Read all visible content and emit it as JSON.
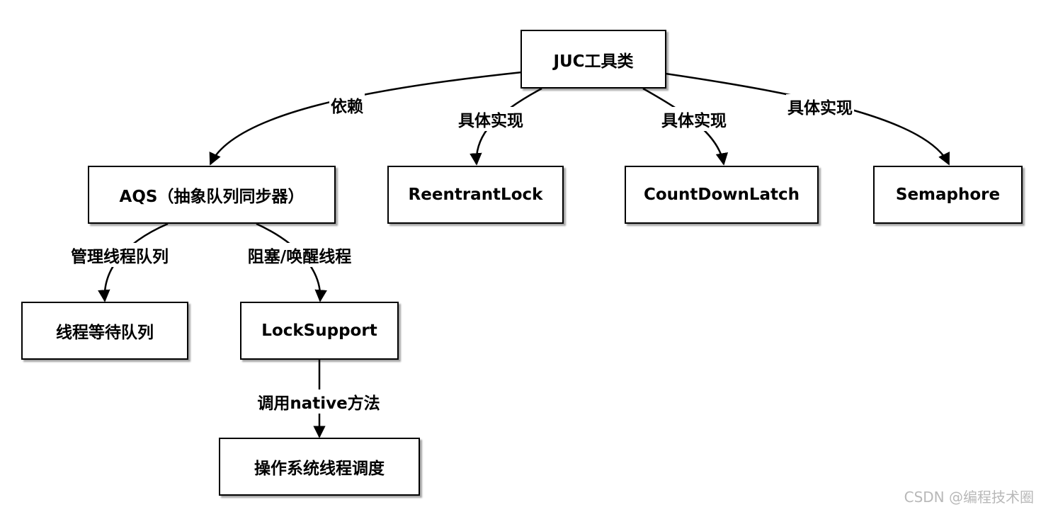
{
  "nodes": {
    "root": "JUC工具类",
    "aqs": "AQS（抽象队列同步器）",
    "reentrant": "ReentrantLock",
    "countdown": "CountDownLatch",
    "semaphore": "Semaphore",
    "queue": "线程等待队列",
    "locksupport": "LockSupport",
    "os": "操作系统线程调度"
  },
  "edges": {
    "root_aqs": "依赖",
    "root_reentrant": "具体实现",
    "root_countdown": "具体实现",
    "root_semaphore": "具体实现",
    "aqs_queue": "管理线程队列",
    "aqs_locksupport": "阻塞/唤醒线程",
    "locksupport_os": "调用native方法"
  },
  "watermark": "CSDN @编程技术圈"
}
